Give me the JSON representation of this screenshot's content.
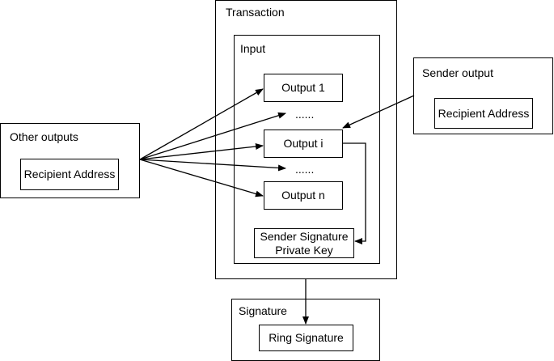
{
  "transaction": {
    "title": "Transaction",
    "input": {
      "title": "Input",
      "output_1": "Output 1",
      "dots_1": "......",
      "output_i": "Output i",
      "dots_2": "......",
      "output_n": "Output n",
      "sender_signature_line1": "Sender Signature",
      "sender_signature_line2": "Private Key"
    }
  },
  "other_outputs": {
    "title": "Other outputs",
    "recipient_address": "Recipient Address"
  },
  "sender_output": {
    "title": "Sender output",
    "recipient_address": "Recipient Address"
  },
  "signature": {
    "title": "Signature",
    "ring_signature": "Ring Signature"
  }
}
